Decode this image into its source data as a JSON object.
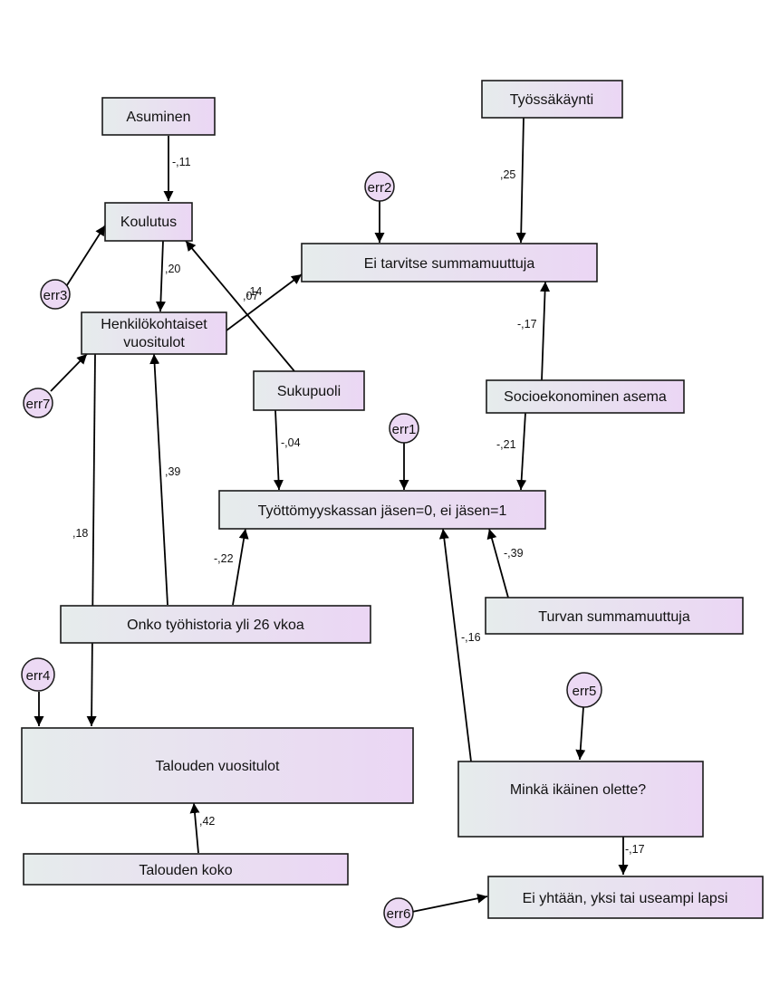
{
  "colors": {
    "box_fill_start": "#e6ecec",
    "box_fill_end": "#ebd6f4",
    "error_fill": "#ecd9f4",
    "stroke": "#1a1a1a"
  },
  "variables": {
    "asuminen": "Asuminen",
    "tyossakaynti": "Työssäkäynti",
    "koulutus": "Koulutus",
    "ei_tarvitse": "Ei tarvitse summamuuttuja",
    "henkilokohtaiset_1": "Henkilökohtaiset",
    "henkilokohtaiset_2": "vuositulot",
    "sukupuoli": "Sukupuoli",
    "socioekonominen": "Socioekonominen asema",
    "tyottomyyskassa": "Työttömyyskassan jäsen=0, ei jäsen=1",
    "turvan": "Turvan summamuuttuja",
    "tyohistoria": "Onko työhistoria yli 26 vkoa",
    "talouden_vuositulot": "Talouden vuositulot",
    "talouden_koko": "Talouden koko",
    "ika": "Minkä ikäinen olette?",
    "lapsi": "Ei yhtään, yksi tai useampi lapsi"
  },
  "errors": {
    "err1": "err1",
    "err2": "err2",
    "err3": "err3",
    "err4": "err4",
    "err5": "err5",
    "err6": "err6",
    "err7": "err7"
  },
  "coefficients": {
    "asuminen_koulutus": "-,11",
    "tyossakaynti_eitarvitse": ",25",
    "koulutus_henk": ",20",
    "henk_eitarvitse": ",14",
    "sukupuoli_koulutus": ",07",
    "socio_eitarvitse": "-,17",
    "sukupuoli_kassa": "-,04",
    "socio_kassa": "-,21",
    "tyohistoria_henk": ",39",
    "henk_talous": ",18",
    "tyohistoria_kassa": "-,22",
    "turva_kassa": "-,39",
    "ika_kassa": "-,16",
    "koko_talous": ",42",
    "ika_lapsi": "-,17"
  }
}
